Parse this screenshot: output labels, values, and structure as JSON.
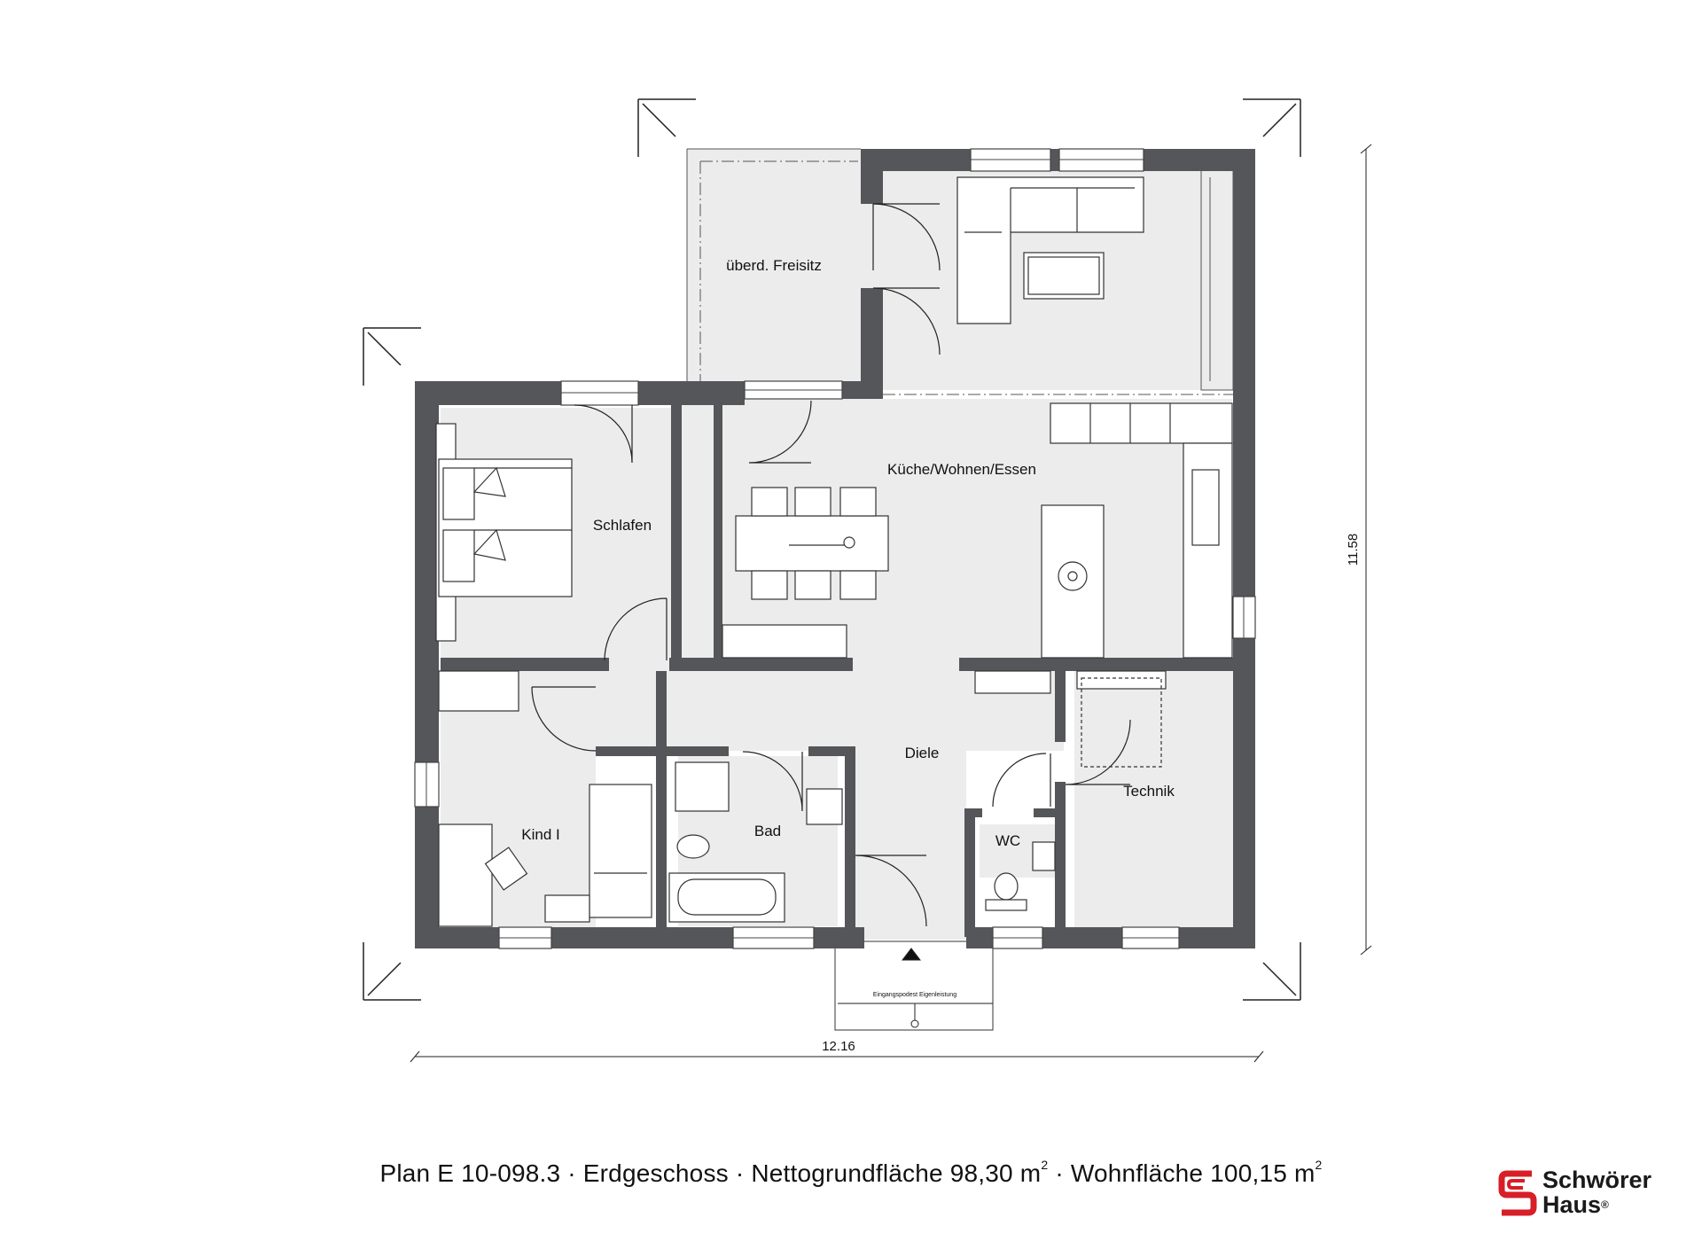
{
  "rooms": {
    "freisitz": "überd. Freisitz",
    "kueche": "Küche/Wohnen/Essen",
    "schlafen": "Schlafen",
    "diele": "Diele",
    "technik": "Technik",
    "kind": "Kind I",
    "bad": "Bad",
    "wc": "WC"
  },
  "dimensions": {
    "width": "12.16",
    "depth": "11.58"
  },
  "entrance_note": "Eingangspodest Eigenleistung",
  "caption": {
    "plan": "Plan E 10-098.3",
    "floor": "Erdgeschoss",
    "net_label": "Nettogrundfläche 98,30 m",
    "living_label": "Wohnfläche 100,15 m",
    "sup": "2",
    "sep": " · "
  },
  "logo": {
    "line1": "Schwörer",
    "line2": "Haus",
    "reg": "®",
    "color": "#d81e26"
  },
  "colors": {
    "wall": "#55565a",
    "floor": "#ececec"
  }
}
